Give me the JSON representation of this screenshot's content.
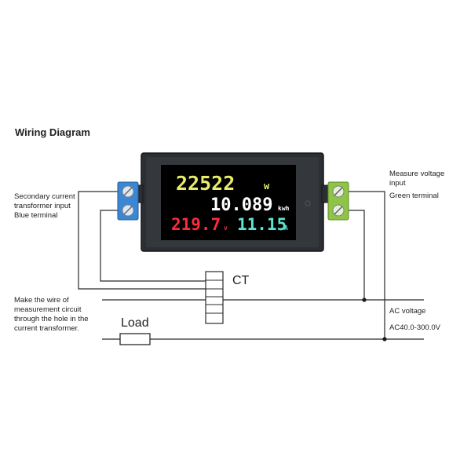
{
  "title": "Wiring Diagram",
  "meter": {
    "power": "22522",
    "power_unit": "w",
    "energy": "10.089",
    "energy_unit": "kwh",
    "voltage": "219.7",
    "voltage_unit": "v",
    "current": "11.15",
    "current_unit": "A"
  },
  "labels": {
    "secondary_line1": "Secondary current",
    "secondary_line2": "transformer input",
    "secondary_line3": "Blue terminal",
    "measure_line1": "Measure voltage",
    "measure_line2": "input",
    "measure_line3": "Green terminal",
    "make_line1": "Make the wire of",
    "make_line2": "measurement circuit",
    "make_line3": "through the hole in the",
    "make_line4": "current transformer.",
    "ct": "CT",
    "load": "Load",
    "ac_voltage": "AC voltage",
    "ac_range": "AC40.0-300.0V"
  },
  "colors": {
    "power": "#e8ec6a",
    "energy": "#ffffff",
    "voltage": "#ff2a3a",
    "current": "#5fe3d0",
    "blue_terminal": "#3b87d4",
    "green_terminal": "#8fc447"
  }
}
